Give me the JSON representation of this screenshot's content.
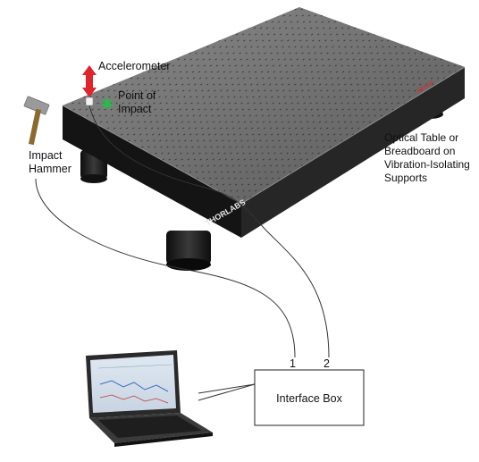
{
  "labels": {
    "accelerometer": "Accelerometer",
    "point_of_impact_line1": "Point of",
    "point_of_impact_line2": "Impact",
    "impact_hammer_line1": "Impact",
    "impact_hammer_line2": "Hammer",
    "optical_table_line1": "Optical Table or",
    "optical_table_line2": "Breadboard on",
    "optical_table_line3": "Vibration-Isolating",
    "optical_table_line4": "Supports",
    "interface_box": "Interface Box",
    "port_1": "1",
    "port_2": "2"
  },
  "branding": {
    "front_logo": "THORLABS",
    "side_logo": "NEXUS"
  },
  "colors": {
    "table_top": "#6f6f6f",
    "table_side": "#1c1c1c",
    "impact_star": "#2db84a",
    "arrow": "#e0242b",
    "hammer_handle": "#8a6a2e",
    "hammer_head": "#9a9a9a",
    "cable": "#333333"
  },
  "icons": {
    "hammer": "hammer-icon",
    "accelerometer": "accelerometer-sensor-icon",
    "impact": "impact-star-icon",
    "arrow": "double-arrow-icon",
    "laptop": "laptop-icon"
  }
}
